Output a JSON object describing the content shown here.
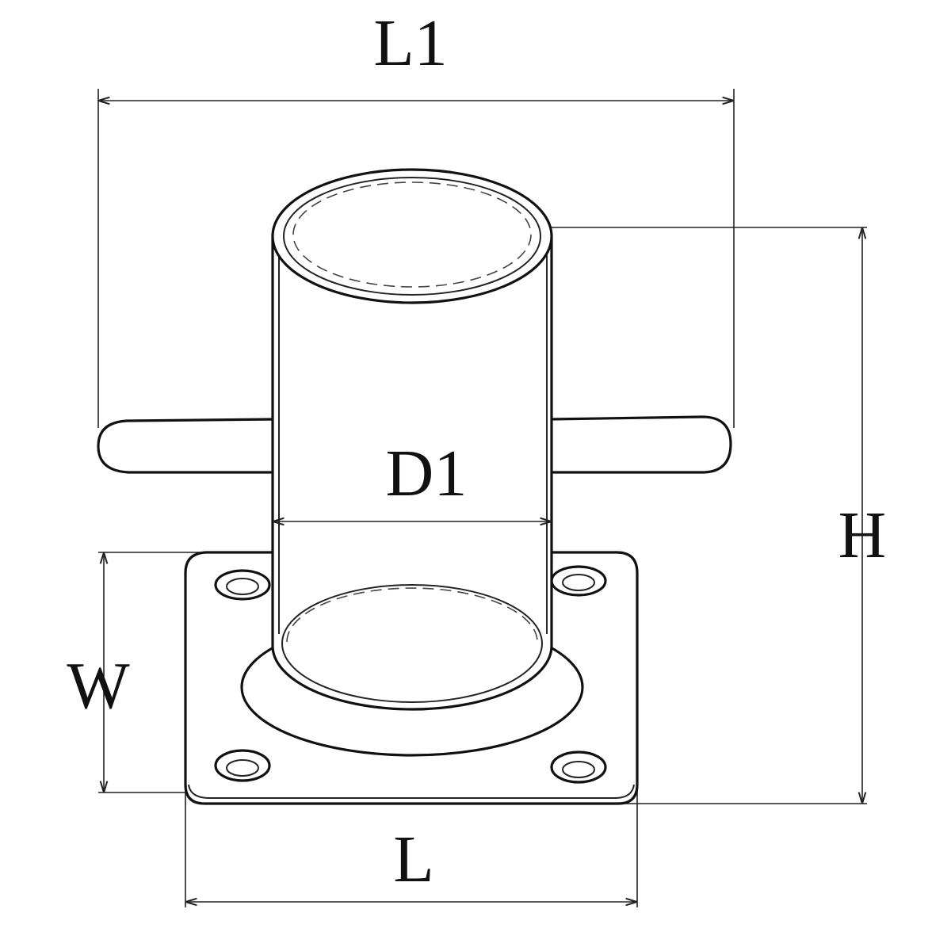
{
  "diagram": {
    "labels": {
      "L1": "L1",
      "D1": "D1",
      "H": "H",
      "W": "W",
      "L": "L"
    }
  }
}
